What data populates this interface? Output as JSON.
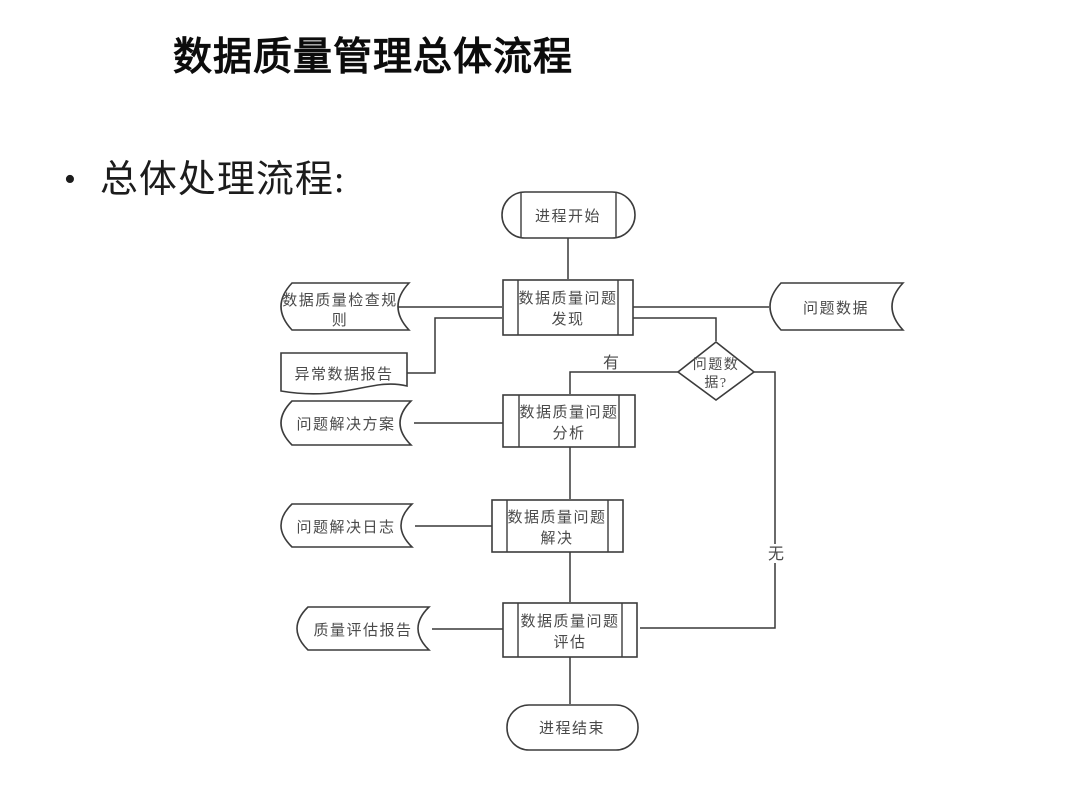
{
  "slide": {
    "title": "数据质量管理总体流程",
    "bullet_marker": "•",
    "bullet_text": "总体处理流程:"
  },
  "colors": {
    "background": "#ffffff",
    "line": "#3c3c3c",
    "node_text": "#4a4a4a",
    "title_text": "#0c0c0c",
    "shape_fill": "#ffffff"
  },
  "flowchart": {
    "start": "进程开始",
    "discover": {
      "l1": "数据质量问题",
      "l2": "发现"
    },
    "rules": {
      "l1": "数据质量检查规",
      "l2": "则"
    },
    "report": "异常数据报告",
    "problem_data": "问题数据",
    "decision": {
      "l1": "问题数",
      "l2": "据?"
    },
    "branch_yes": "有",
    "branch_no": "无",
    "analyze": {
      "l1": "数据质量问题",
      "l2": "分析"
    },
    "solution": "问题解决方案",
    "resolve": {
      "l1": "数据质量问题",
      "l2": "解决"
    },
    "log": "问题解决日志",
    "evaluate": {
      "l1": "数据质量问题",
      "l2": "评估"
    },
    "eval_report": "质量评估报告",
    "end": "进程结束"
  }
}
